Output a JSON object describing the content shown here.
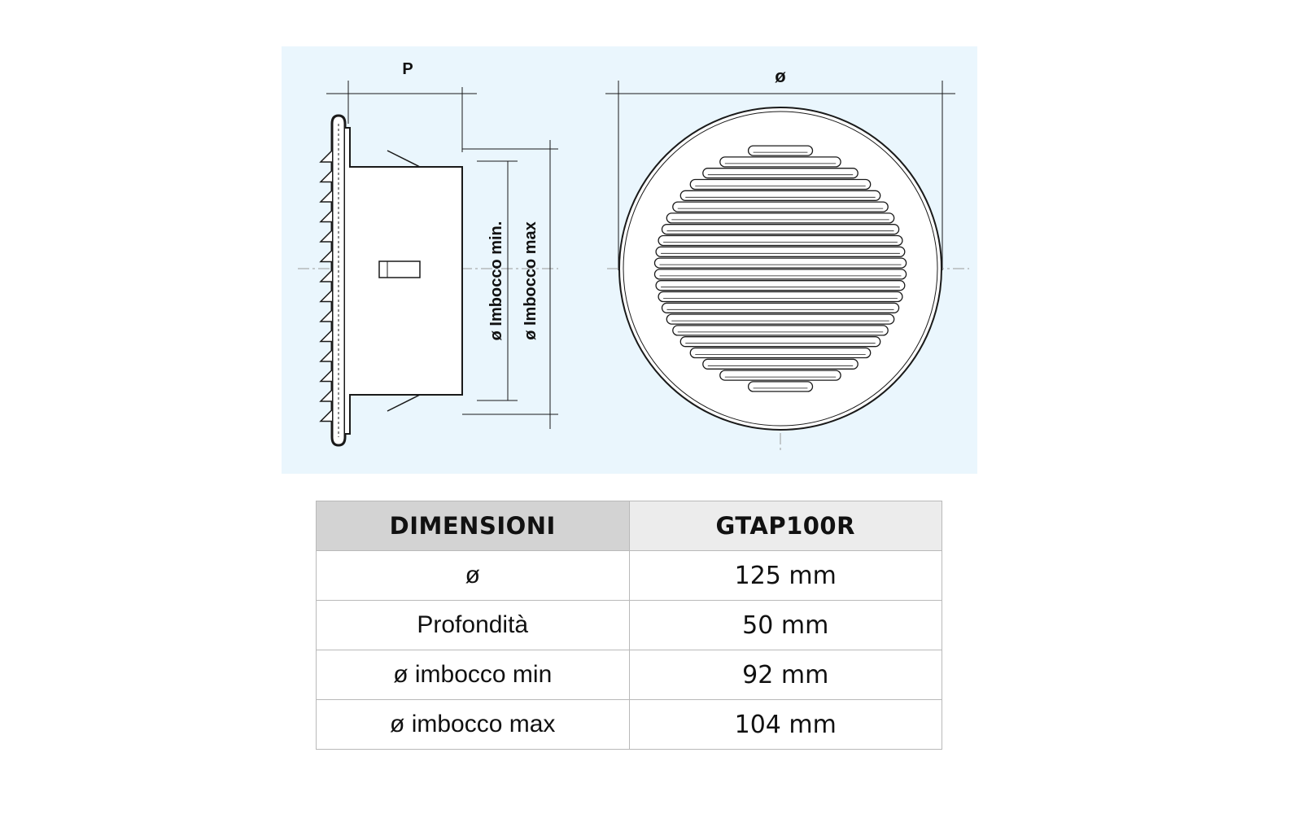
{
  "diagram": {
    "depth_label": "P",
    "diameter_label": "ø",
    "inlet_min_label": "ø Imbocco min.",
    "inlet_max_label": "ø Imbocco max",
    "colors": {
      "panel_background": "#eaf6fd",
      "line": "#1a1a1a",
      "grille_fill": "#ffffff"
    }
  },
  "table": {
    "header": {
      "dimension": "DIMENSIONI",
      "model": "GTAP100R"
    },
    "rows": [
      {
        "label": "ø",
        "value": "125 mm"
      },
      {
        "label": "Profondità",
        "value": "50 mm"
      },
      {
        "label": "ø imbocco min",
        "value": "92 mm"
      },
      {
        "label": "ø imbocco max",
        "value": "104 mm"
      }
    ],
    "colors": {
      "header_left_bg": "#d3d3d3",
      "header_right_bg": "#ececec",
      "border": "#b9b9b9"
    }
  }
}
